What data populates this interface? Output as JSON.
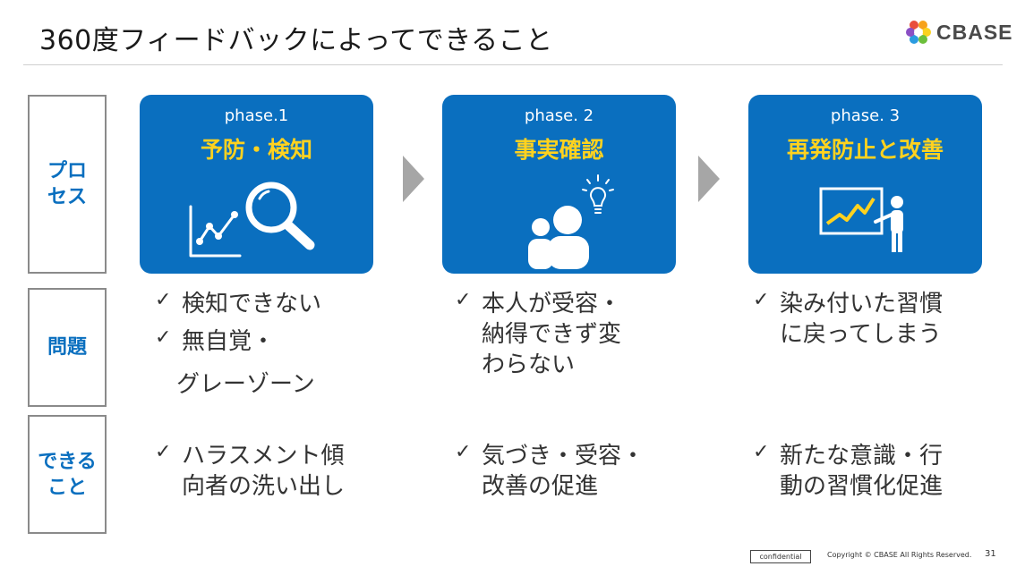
{
  "slide": {
    "title": "360度フィードバックによってできること",
    "page_number": "31"
  },
  "logo": {
    "text": "CBASE"
  },
  "row_labels": {
    "process": [
      "プロ",
      "セス"
    ],
    "problem": [
      "問題"
    ],
    "can_do": [
      "できる",
      "こと"
    ]
  },
  "phases": [
    {
      "num": "phase.1",
      "name": "予防・検知",
      "icon": "magnifier-chart-icon"
    },
    {
      "num": "phase. 2",
      "name": "事実確認",
      "icon": "people-lightbulb-icon"
    },
    {
      "num": "phase. 3",
      "name": "再発防止と改善",
      "icon": "presenter-chart-icon"
    }
  ],
  "problems": [
    [
      [
        "検知できない"
      ],
      [
        "無自覚・",
        "グレーゾーン"
      ]
    ],
    [
      [
        "本人が受容・",
        "納得できず変",
        "わらない"
      ]
    ],
    [
      [
        "染み付いた習慣",
        "に戻ってしまう"
      ]
    ]
  ],
  "can_do": [
    [
      [
        "ハラスメント傾",
        "向者の洗い出し"
      ]
    ],
    [
      [
        "気づき・受容・",
        "改善の促進"
      ]
    ],
    [
      [
        "新たな意識・行",
        "動の習慣化促進"
      ]
    ]
  ],
  "check_mark": "✓",
  "footer": {
    "confidential": "confidential",
    "copyright": "Copyright © CBASE All Rights Reserved."
  },
  "colors": {
    "card_blue": "#0a6fbf",
    "phase_name_yellow": "#ffd21f",
    "label_blue": "#0a6fbf",
    "arrow_gray": "#a6a6a6"
  }
}
